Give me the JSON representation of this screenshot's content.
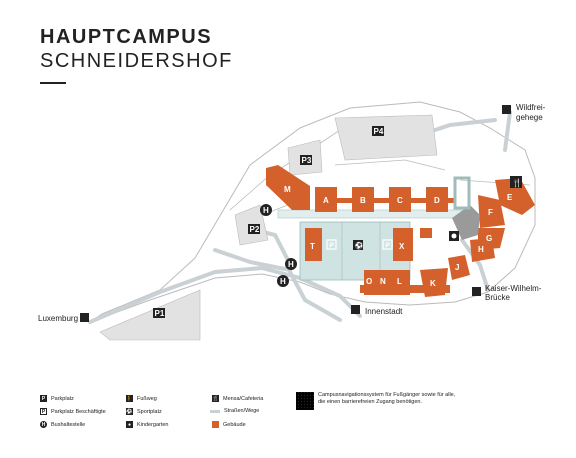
{
  "header": {
    "title": "HAUPTCAMPUS",
    "subtitle": "SCHNEIDERSHOF"
  },
  "buildings": [
    "M",
    "A",
    "B",
    "C",
    "D",
    "E",
    "F",
    "G",
    "H",
    "J",
    "K",
    "L",
    "N",
    "O",
    "T",
    "X"
  ],
  "parking": [
    "P1",
    "P2",
    "P3",
    "P4"
  ],
  "places": {
    "wildfreigehege": "Wildfrei-\ngehege",
    "kaiser": "Kaiser-Wilhelm-\nBrücke",
    "innenstadt": "Innenstadt",
    "luxemburg": "Luxemburg"
  },
  "icons": {
    "bus": "H",
    "mensa": "mensa-icon",
    "sports": "sports-icon",
    "kindergarten": "kindergarten-icon"
  },
  "legend": {
    "parkplatz": "Parkplatz",
    "parkplatz_staff": "Parkplatz Beschäftigte",
    "bus": "Bushaltestelle",
    "fussweg": "Fußweg",
    "sport": "Sportplatz",
    "kita": "Kindergarten",
    "mensa": "Mensa/Cafeteria",
    "strassen": "Straßen/Wege",
    "gebaeude": "Gebäude",
    "qr_text": "Campusnavigationssystem für Fußgänger sowie für alle, die einen barrierefreien Zugang benötigen."
  },
  "colors": {
    "building": "#d4612c",
    "parking": "#e2e2e2",
    "plaza": "#cfe4e2",
    "road": "#c9d1d4",
    "text": "#222222"
  }
}
